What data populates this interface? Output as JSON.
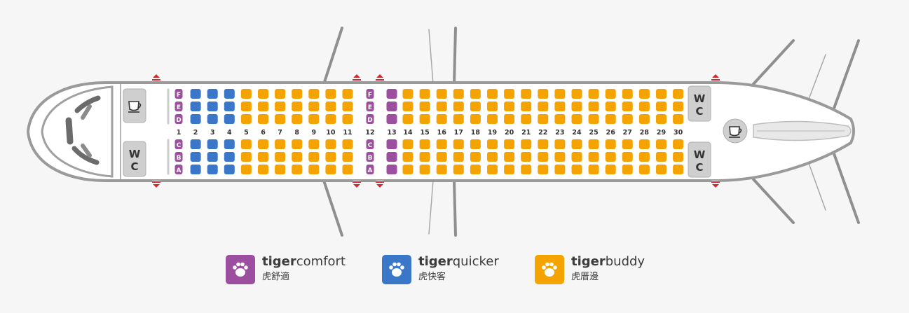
{
  "colors": {
    "comfort": "#9b4f9e",
    "quicker": "#3b77c9",
    "buddy": "#f5a300",
    "exit": "#d9262c",
    "outline": "#9a9a9a",
    "fill": "#ffffff",
    "service": "#cfcfcf"
  },
  "cabin": {
    "rows": [
      "1",
      "2",
      "3",
      "4",
      "5",
      "6",
      "7",
      "8",
      "9",
      "10",
      "11",
      "12",
      "13",
      "14",
      "15",
      "16",
      "17",
      "18",
      "19",
      "20",
      "21",
      "22",
      "23",
      "24",
      "25",
      "26",
      "27",
      "28",
      "29",
      "30"
    ],
    "upper_letters": [
      "F",
      "E",
      "D"
    ],
    "lower_letters": [
      "C",
      "B",
      "A"
    ],
    "comfort_rows": [
      "1",
      "12",
      "13"
    ],
    "quicker_rows": [
      "2",
      "3",
      "4"
    ],
    "buddy_rows": [
      "5",
      "6",
      "7",
      "8",
      "9",
      "10",
      "11",
      "14",
      "15",
      "16",
      "17",
      "18",
      "19",
      "20",
      "21",
      "22",
      "23",
      "24",
      "25",
      "26",
      "27",
      "28",
      "29",
      "30"
    ],
    "lettered_rows": [
      "1",
      "12"
    ],
    "wc_label_top": "W",
    "wc_label_bottom": "C",
    "galley_icon": "coffee-cup-icon",
    "exit_icon": "emergency-exit-arrow-icon"
  },
  "legend": [
    {
      "key": "comfort",
      "brand": "tiger",
      "suffix": "comfort",
      "sub": "虎舒適",
      "icon": "paw-icon"
    },
    {
      "key": "quicker",
      "brand": "tiger",
      "suffix": "quicker",
      "sub": "虎快客",
      "icon": "paw-icon"
    },
    {
      "key": "buddy",
      "brand": "tiger",
      "suffix": "buddy",
      "sub": "虎厝邊",
      "icon": "paw-icon"
    }
  ]
}
